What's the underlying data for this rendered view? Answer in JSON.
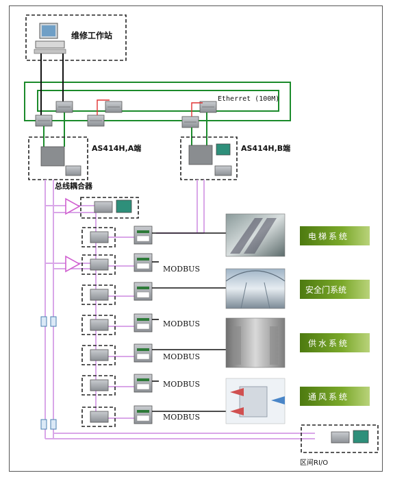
{
  "workstation": {
    "label": "维修工作站"
  },
  "network": {
    "label": "Etherret (100M)"
  },
  "plc_a": {
    "label": "AS414H,A端"
  },
  "plc_b": {
    "label": "AS414H,B端"
  },
  "coupler": {
    "label": "总线耦合器"
  },
  "remote_io": {
    "label": "区间RI/O"
  },
  "modbus_label": "MODBUS",
  "systems": [
    {
      "label": "电梯系统"
    },
    {
      "label": "安全门系统"
    },
    {
      "label": "供水系统"
    },
    {
      "label": "通风系统"
    }
  ],
  "colors": {
    "ethernet_ring": "#1a8a2a",
    "profibus": "#d9a6e8",
    "system_button": "#6a9a1e",
    "modbus_cable": "#111111"
  }
}
